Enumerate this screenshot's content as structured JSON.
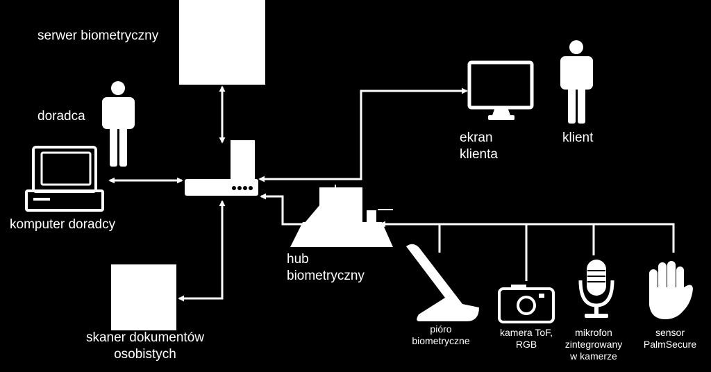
{
  "colors": {
    "background": "#000000",
    "foreground": "#ffffff"
  },
  "labels": {
    "server": "serwer biometryczny",
    "advisor": "doradca",
    "advisor_computer": "komputer doradcy",
    "doc_scanner_line1": "skaner dokumentów",
    "doc_scanner_line2": "osobistych",
    "client_screen_line1": "ekran",
    "client_screen_line2": "klienta",
    "client": "klient",
    "hub_line1": "hub",
    "hub_line2": "biometryczny",
    "pen_line1": "pióro",
    "pen_line2": "biometryczne",
    "camera_line1": "kamera ToF,",
    "camera_line2": "RGB",
    "mic_line1": "mikrofon",
    "mic_line2": "zintegrowany",
    "mic_line3": "w kamerze",
    "palm_line1": "sensor",
    "palm_line2": "PalmSecure"
  },
  "icons": [
    "server-box",
    "person-icon",
    "computer-icon",
    "router-icon",
    "scanner-box",
    "monitor-icon",
    "hub-device-icon",
    "pen-tablet-icon",
    "camera-icon",
    "microphone-icon",
    "hand-icon"
  ]
}
